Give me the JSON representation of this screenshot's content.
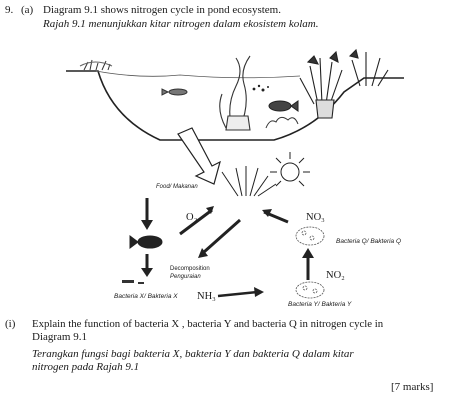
{
  "question": {
    "number": "9.",
    "part": "(a)",
    "line1": "Diagram 9.1 shows nitrogen cycle in pond ecosystem.",
    "line2": "Rajah 9.1 menunjukkan kitar nitrogen dalam ekosistem kolam."
  },
  "diagram": {
    "food_label": "Food/ Makanan",
    "o2": "O₂",
    "no3": "NO₃",
    "no2": "NO₂",
    "nh3": "NH₃",
    "bacteria_q": "Bacteria Q/ Bakteria Q",
    "bacteria_x": "Bacteria X/ Bakteria X",
    "bacteria_y": "Bacteria Y/ Bakteria Y",
    "decomposition": "Decomposition",
    "penguraian": "Penguraian"
  },
  "sub": {
    "num": "(i)",
    "line1": "Explain the function of  bacteria X , bacteria Y and bacteria Q in nitrogen cycle in",
    "line2": "Diagram 9.1",
    "line3": "Terangkan fungsi bagi bakteria X, bakteria Y dan bakteria Q dalam kitar",
    "line4": "nitrogen pada Rajah 9.1"
  },
  "marks": "[7 marks]"
}
